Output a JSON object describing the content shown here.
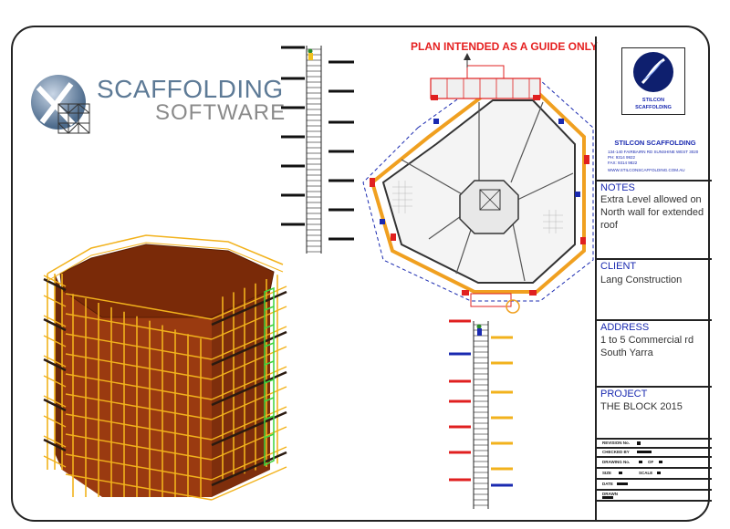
{
  "brand": {
    "line1": "SCAFFOLDING",
    "line2": "SOFTWARE"
  },
  "banner": {
    "text": "PLAN INTENDED AS A GUIDE ONLY",
    "color": "#e52020"
  },
  "company": {
    "logo_line1": "STILCON",
    "logo_line2": "SCAFFOLDING",
    "name": "STILCON SCAFFOLDING",
    "address": "134-140 FAIRBAIRN RD SUNSHINE WEST 3020",
    "phone": "PH: 9314 9922",
    "fax": "FAX: 9314 9822",
    "web": "WWW.STILCONSCAFFOLDING.COM.AU"
  },
  "title_block": {
    "notes_label": "NOTES",
    "notes": "Extra Level allowed on North wall for extended roof",
    "client_label": "CLIENT",
    "client": "Lang Construction",
    "address_label": "ADDRESS",
    "address": "1 to 5 Commercial rd South Yarra",
    "project_label": "PROJECT",
    "project": "THE BLOCK 2015",
    "revision_label": "REVISION No.",
    "checked_label": "CHECKED BY",
    "drawing_label": "DRAWING No.",
    "of_label": "OF",
    "size_label": "SIZE",
    "scale_label": "SCALE",
    "date_label": "DATE",
    "drawn_label": "DRAWN"
  },
  "colors": {
    "scaffold": "#f2b21c",
    "building": "#9a3a10",
    "roof": "#7a2a08",
    "accent_blue": "#1a2ab0",
    "ledger_red": "#e02020",
    "ledger_blue": "#1a2ab0",
    "plan_outline": "#f0a020"
  },
  "icons": [
    "scaffold-logo-icon",
    "stilcon-swirl-icon",
    "person-figure-icon",
    "north-arrow-icon"
  ]
}
